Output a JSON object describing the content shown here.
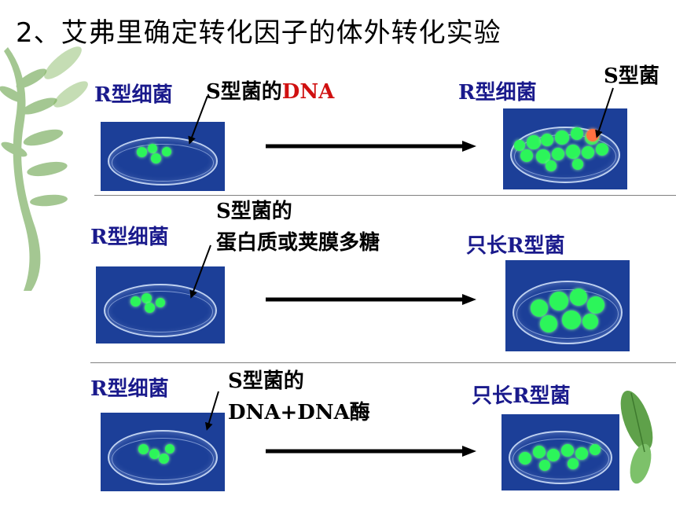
{
  "title": "2、艾弗里确定转化因子的体外转化实验",
  "rows": [
    {
      "left_label": "R型细菌",
      "added_lines": [
        "S型菌的",
        "DNA"
      ],
      "result_label": "R型细菌",
      "extra_label": "S型菌"
    },
    {
      "left_label": "R型细菌",
      "added_lines": [
        "S型菌的",
        "蛋白质或荚膜多糖"
      ],
      "result_label": "只长R型菌"
    },
    {
      "left_label": "R型细菌",
      "added_lines": [
        "S型菌的",
        "DNA+DNA酶"
      ],
      "result_label": "只长R型菌"
    }
  ],
  "colors": {
    "label_blue": "#1a1a8c",
    "highlight_red": "#d01010",
    "dish_blue": "#1c3f98",
    "colony_green": "#2cf55a",
    "s_colony_orange": "#ff7040"
  }
}
